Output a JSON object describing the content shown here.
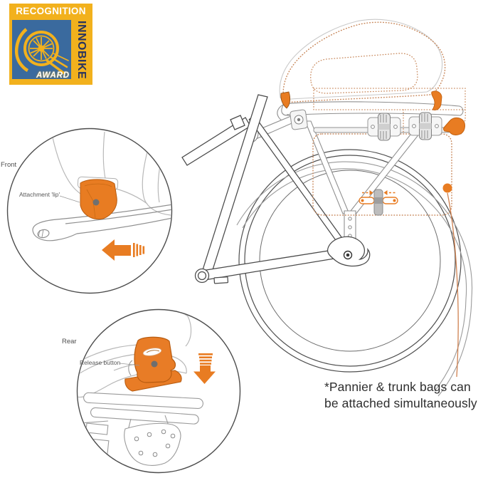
{
  "badge": {
    "recognition": "RECOGNITION",
    "innobike": "INNOBIKE",
    "award": "AWARD"
  },
  "front_detail": {
    "label": "Front",
    "annotation": "Attachment 'lip'"
  },
  "rear_detail": {
    "label": "Rear",
    "annotation": "Release button"
  },
  "footnote": {
    "line1": "*Pannier & trunk bags can",
    "line2": "be attached simultaneously"
  },
  "colors": {
    "accent_orange": "#E87C22",
    "dotted_bag_orange": "#C98A5E",
    "leader_orange": "#CF8150",
    "badge_yellow": "#F2B11D",
    "badge_blue": "#3A6A9E",
    "badge_navy": "#29335E",
    "frame_line": "#4A4A4A",
    "rack_line": "#909090",
    "bag_line": "#B8B8B8"
  }
}
